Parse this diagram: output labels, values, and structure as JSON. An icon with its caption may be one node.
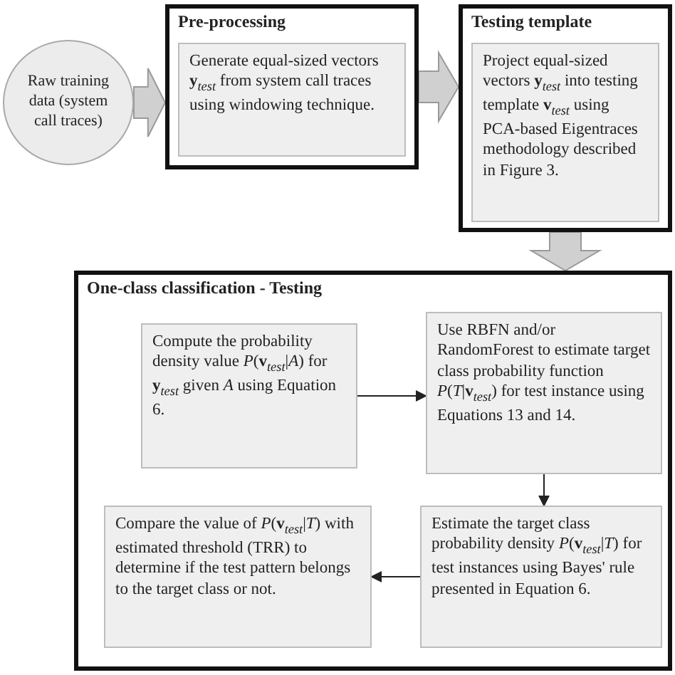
{
  "diagram": {
    "nodes": [
      {
        "text": [
          "Raw training data (system call traces)"
        ]
      },
      {
        "text": [
          "Pre-processing"
        ]
      },
      {
        "text": [
          "Generate equal-sized vectors **y**$_{test}$ from system call traces using windowing technique."
        ],
        "in": 1
      },
      {
        "text": [
          "Testing template"
        ]
      },
      {
        "text": [
          "Project equal-sized vectors **y**$_{test}$ into testing template **v**$_{test}$ using PCA-based Eigentraces methodology described in Figure 3."
        ],
        "in": 3
      },
      {
        "text": [
          "One-class classification - Testing"
        ]
      },
      {
        "text": [
          "Compute the probability density value *P*(**v**$_{test}$|*A*) for **y**$_{test}$ given *A* using Equation 6."
        ],
        "in": 5
      },
      {
        "text": [
          "Use RBFN and/or RandomForest to estimate target class probability function *P*(*T*|**v**$_{test}$) for test instance using Equations 13 and 14."
        ],
        "in": 5
      },
      {
        "text": [
          "Estimate the target class probability density *P*(**v**$_{test}$|*T*) for test instances using Bayes' rule presented in Equation 6."
        ],
        "in": 5
      },
      {
        "text": [
          "Compare the value of *P*(**v**$_{test}$|*T*) with estimated threshold (TRR) to determine if the test pattern belongs to the target class or not."
        ],
        "in": 5
      }
    ],
    "edges": [
      {
        "from": 0,
        "to": 1,
        "arrow": "to",
        "style": "thick"
      },
      {
        "from": 1,
        "to": 3,
        "arrow": "to",
        "style": "thick"
      },
      {
        "from": 3,
        "to": 5,
        "arrow": "to",
        "style": "thick"
      },
      {
        "from": 6,
        "to": 7,
        "arrow": "to"
      },
      {
        "from": 7,
        "to": 8,
        "arrow": "to"
      },
      {
        "from": 8,
        "to": 9,
        "arrow": "to"
      }
    ]
  }
}
